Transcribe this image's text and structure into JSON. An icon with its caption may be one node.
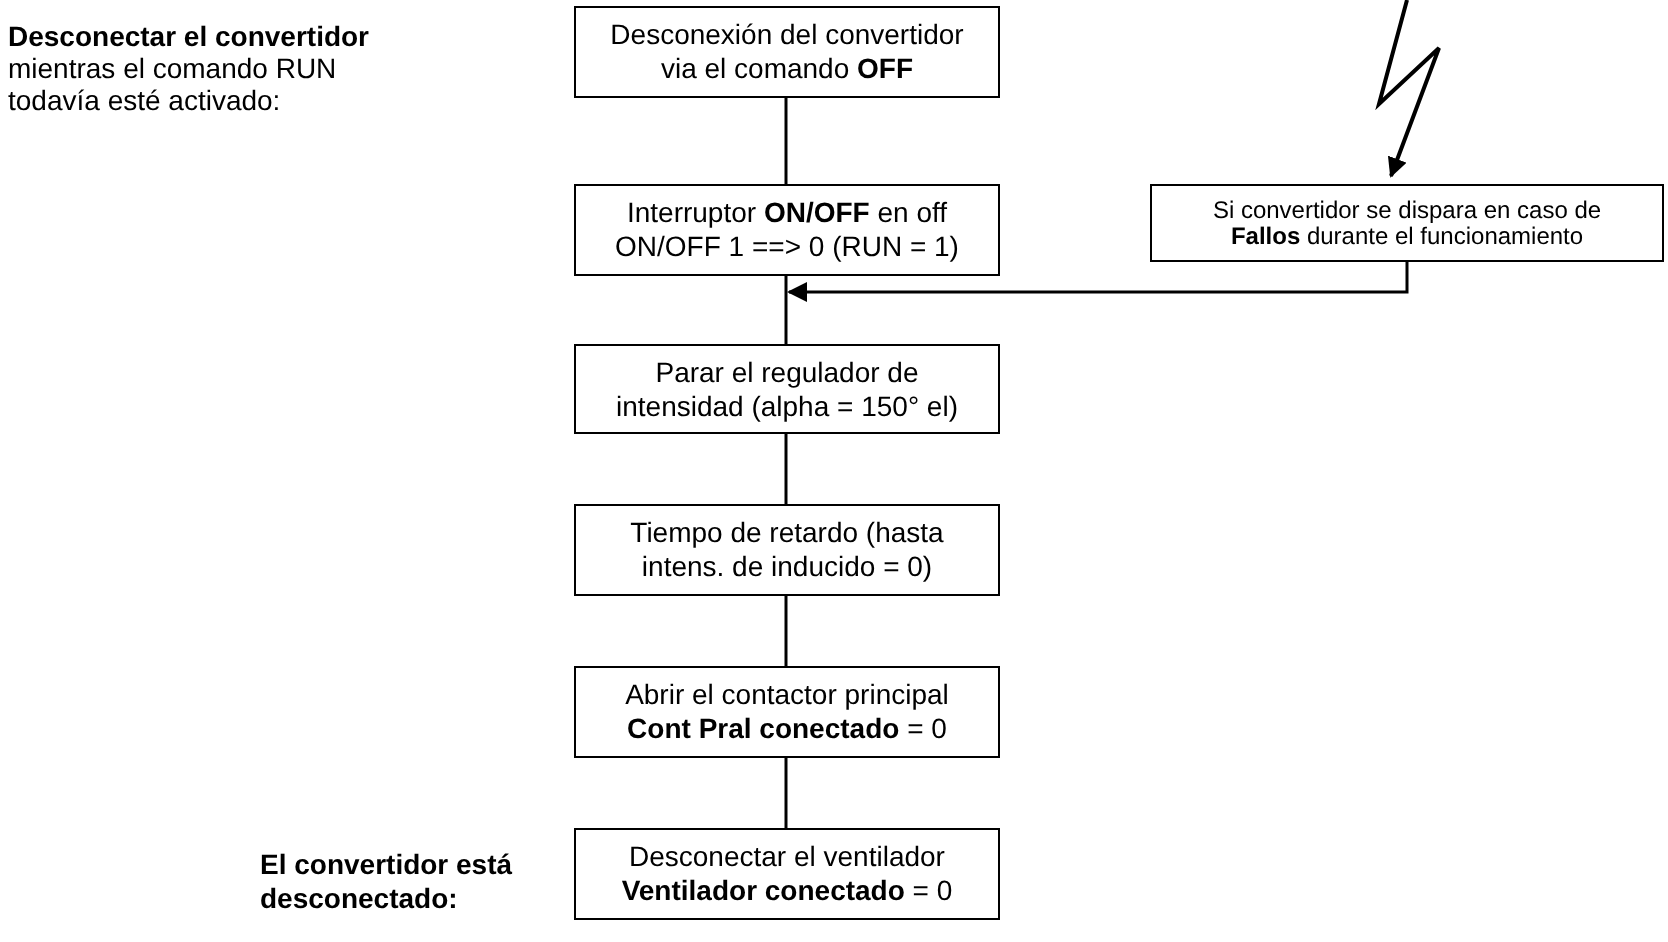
{
  "diagram": {
    "nodes": [
      {
        "text": [
          "Desconexión del convertidor via el comando **OFF**"
        ]
      },
      {
        "text": [
          "Interruptor **ON/OFF** en off ON/OFF 1 ==> 0 (RUN = 1)"
        ]
      },
      {
        "text": [
          "Parar el regulador de intensidad (alpha = 150° el)"
        ]
      },
      {
        "text": [
          "Tiempo de retardo (hasta intens. de inducido = 0)"
        ]
      },
      {
        "text": [
          "Abrir el contactor principal **Cont Pral conectado** = 0"
        ]
      },
      {
        "text": [
          "Desconectar el ventilador **Ventilador conectado** = 0"
        ]
      },
      {
        "text": [
          "Si convertidor se dispara en caso de **Fallos** durante el funcionamiento"
        ]
      }
    ],
    "edges": [
      {
        "from": 0,
        "to": 1,
        "arrow": "none"
      },
      {
        "from": 1,
        "to": 2,
        "arrow": "none"
      },
      {
        "from": 2,
        "to": 3,
        "arrow": "none"
      },
      {
        "from": 3,
        "to": 4,
        "arrow": "none"
      },
      {
        "from": 4,
        "to": 5,
        "arrow": "none"
      },
      {
        "from": null,
        "to": 6,
        "arrow": "to"
      },
      {
        "from": 6,
        "to": 2,
        "arrow": "to"
      }
    ],
    "labels": [
      "**Desconectar el convertidor** mientras el comando RUN todavía esté activado:",
      "El convertidor está desconectado:"
    ]
  }
}
